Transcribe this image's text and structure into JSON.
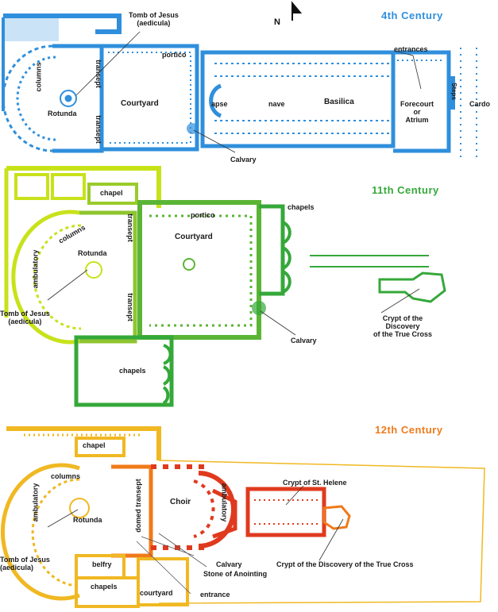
{
  "colors": {
    "c4": "#2f8fdc",
    "c11_yellow": "#c8e21a",
    "c11_green": "#35a83a",
    "c12_yellow": "#f0b822",
    "c12_red": "#e03a1e",
    "c12_orange": "#f07a1a"
  },
  "north_label": "N",
  "plan4": {
    "title": "4th Century",
    "labels": {
      "tomb": "Tomb of Jesus\n(aedicula)",
      "portico": "portico",
      "entrances": "entrances",
      "columns": "columns",
      "transept_top": "transept",
      "transept_bot": "transept",
      "rotunda": "Rotunda",
      "courtyard": "Courtyard",
      "apse": "apse",
      "nave": "nave",
      "basilica": "Basilica",
      "forecourt": "Forecourt\nor\nAtrium",
      "steps": "Steps",
      "cardo": "Cardo",
      "calvary": "Calvary"
    }
  },
  "plan11": {
    "title": "11th Century",
    "labels": {
      "chapel": "chapel",
      "portico": "portico",
      "chapels_top": "chapels",
      "columns": "columns",
      "transept_top": "transept",
      "rotunda": "Rotunda",
      "courtyard": "Courtyard",
      "ambulatory": "ambulatory",
      "tomb": "Tomb of Jesus\n(aedicula)",
      "transept_bot": "transept",
      "crypt": "Crypt of the\nDiscovery\nof the True Cross",
      "calvary": "Calvary",
      "chapels_bot": "chapels"
    }
  },
  "plan12": {
    "title": "12th Century",
    "labels": {
      "chapel": "chapel",
      "columns": "columns",
      "ambulatory_left": "ambulatory",
      "rotunda": "Rotunda",
      "domed_transept": "domed transept",
      "choir": "Choir",
      "ambulatory_right": "ambulatory",
      "crypt_helene": "Crypt of St. Helene",
      "tomb": "Tomb of Jesus\n(aedicula)",
      "belfry": "belfry",
      "calvary": "Calvary",
      "stone": "Stone of Anointing",
      "crypt_discovery": "Crypt of the Discovery of the True Cross",
      "chapels": "chapels",
      "courtyard": "courtyard",
      "entrance": "entrance"
    }
  }
}
